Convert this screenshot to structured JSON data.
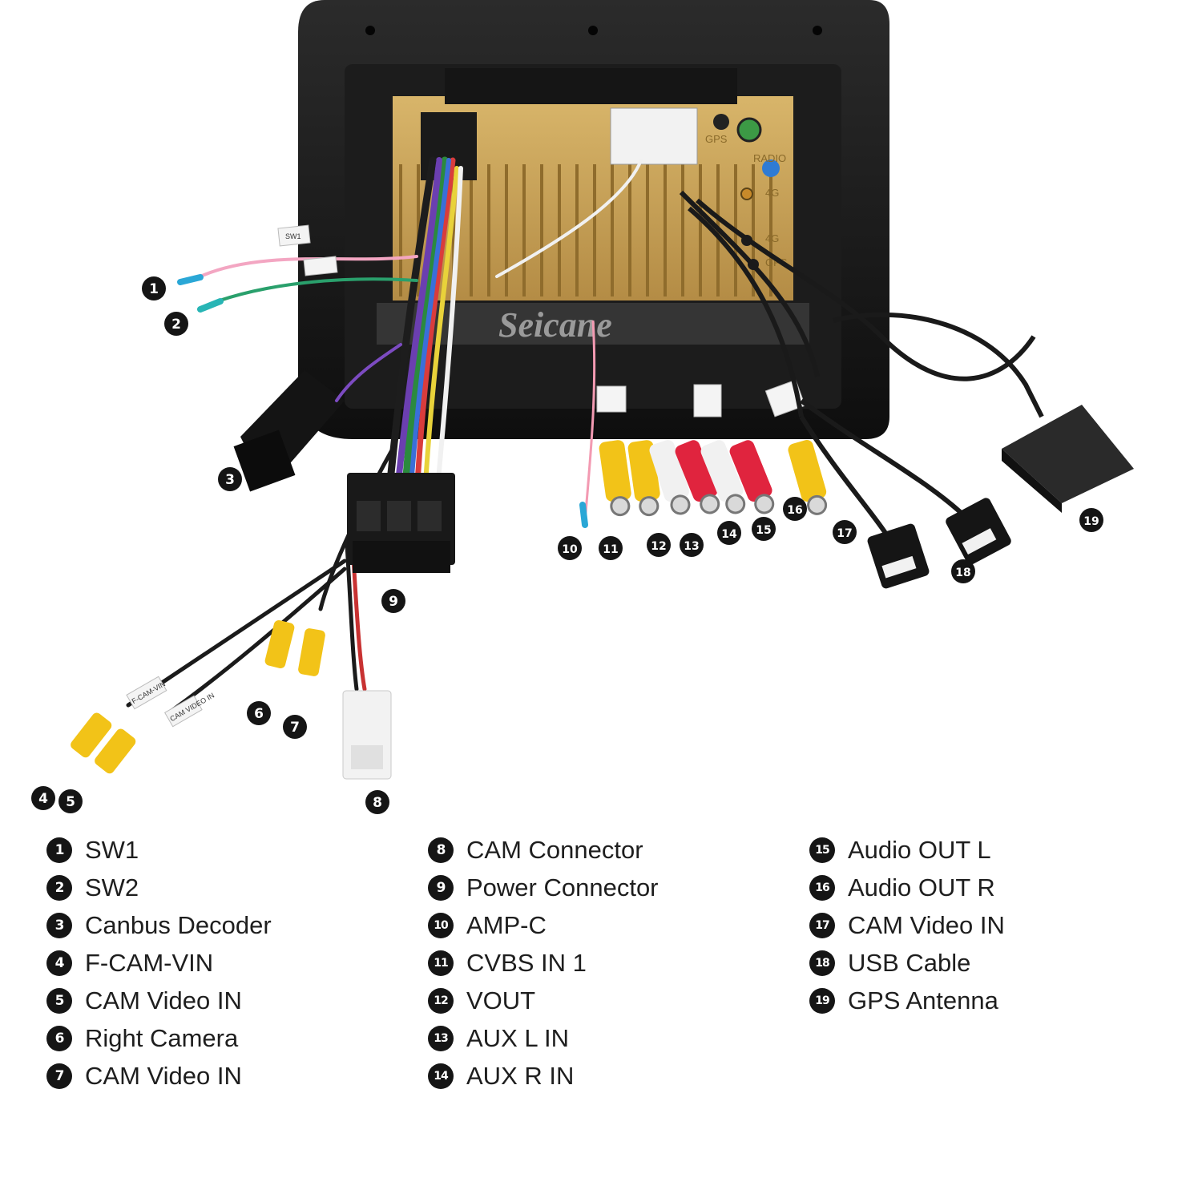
{
  "watermark": "Seicane",
  "panel_labels": {
    "gps_top": "GPS",
    "radio": "RADIO",
    "fourg_top": "4G",
    "fourg_bottom": "4G",
    "gps_bottom": "GPS"
  },
  "wire_tags": {
    "sw1": "SW1",
    "fcam": "F-CAM-VIN",
    "cam": "CAM VIDEO IN"
  },
  "colors": {
    "accent": "#151515",
    "rca_yellow": "#f2c318",
    "rca_red": "#e0243e",
    "rca_white": "#f1f1f1",
    "board_gold": "#c9a458"
  },
  "legend": {
    "col1": [
      {
        "num": "1",
        "label": "SW1"
      },
      {
        "num": "2",
        "label": "SW2"
      },
      {
        "num": "3",
        "label": "Canbus Decoder"
      },
      {
        "num": "4",
        "label": "F-CAM-VIN"
      },
      {
        "num": "5",
        "label": "CAM Video IN"
      },
      {
        "num": "6",
        "label": "Right Camera"
      },
      {
        "num": "7",
        "label": "CAM Video IN"
      }
    ],
    "col2": [
      {
        "num": "8",
        "label": "CAM Connector"
      },
      {
        "num": "9",
        "label": "Power Connector"
      },
      {
        "num": "10",
        "label": "AMP-C"
      },
      {
        "num": "11",
        "label": "CVBS IN 1"
      },
      {
        "num": "12",
        "label": "VOUT"
      },
      {
        "num": "13",
        "label": "AUX L IN"
      },
      {
        "num": "14",
        "label": "AUX R IN"
      }
    ],
    "col3": [
      {
        "num": "15",
        "label": "Audio OUT L"
      },
      {
        "num": "16",
        "label": "Audio OUT R"
      },
      {
        "num": "17",
        "label": "CAM Video IN"
      },
      {
        "num": "18",
        "label": "USB Cable"
      },
      {
        "num": "19",
        "label": "GPS Antenna"
      }
    ]
  }
}
